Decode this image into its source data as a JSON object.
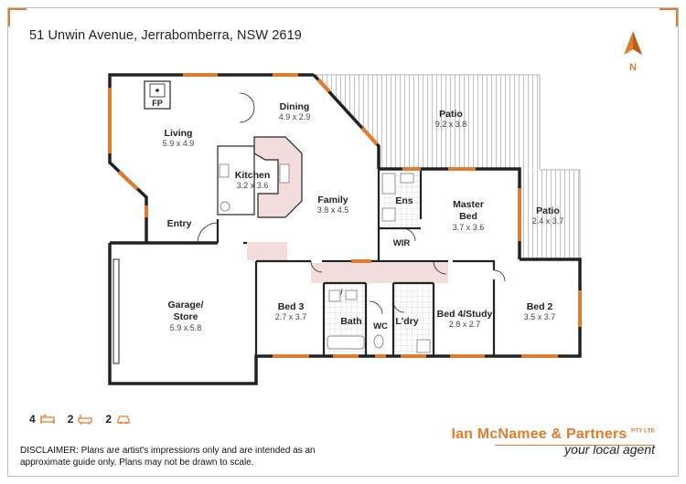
{
  "address": "51 Unwin Avenue, Jerrabomberra, NSW 2619",
  "compass": {
    "label": "N",
    "icon": "north-arrow-icon"
  },
  "fireplace": {
    "label": "FP"
  },
  "rooms": {
    "living": {
      "name": "Living",
      "dim": "5.9 x 4.9"
    },
    "dining": {
      "name": "Dining",
      "dim": "4.9 x 2.9"
    },
    "patio_main": {
      "name": "Patio",
      "dim": "9.2 x 3.8"
    },
    "kitchen": {
      "name": "Kitchen",
      "dim": "3.2 x 3.6"
    },
    "family": {
      "name": "Family",
      "dim": "3.8 x 4.5"
    },
    "ens": {
      "name": "Ens"
    },
    "master": {
      "name1": "Master",
      "name2": "Bed",
      "dim": "3.7 x 3.6"
    },
    "patio_side": {
      "name": "Patio",
      "dim": "2.4 x 3.7"
    },
    "entry": {
      "name": "Entry"
    },
    "wir": {
      "name": "WIR"
    },
    "garage": {
      "name1": "Garage/",
      "name2": "Store",
      "dim": "5.9 x 5.8"
    },
    "bed3": {
      "name": "Bed 3",
      "dim": "2.7 x 3.7"
    },
    "bath": {
      "name": "Bath"
    },
    "wc": {
      "name": "WC"
    },
    "ldry": {
      "name": "L'dry"
    },
    "bed4": {
      "name": "Bed 4/Study",
      "dim": "2.8 x 2.7"
    },
    "bed2": {
      "name": "Bed 2",
      "dim": "3.5 x 3.7"
    }
  },
  "features": {
    "bedrooms": "4",
    "bathrooms": "2",
    "car_spaces": "2",
    "icons": [
      "bed-icon",
      "bath-icon",
      "car-icon"
    ]
  },
  "disclaimer": "DISCLAIMER: Plans are artist's impressions only and are intended as an approximate guide only. Plans may not be drawn to scale.",
  "agency": {
    "name": "Ian McNamee & Partners",
    "pty": "PTY LTD",
    "tagline": "your local agent"
  },
  "colors": {
    "wall": "#222222",
    "window": "#e37b2c",
    "accent": "#e37b2c",
    "tile": "#f2dcdc",
    "fixture": "#888888"
  }
}
